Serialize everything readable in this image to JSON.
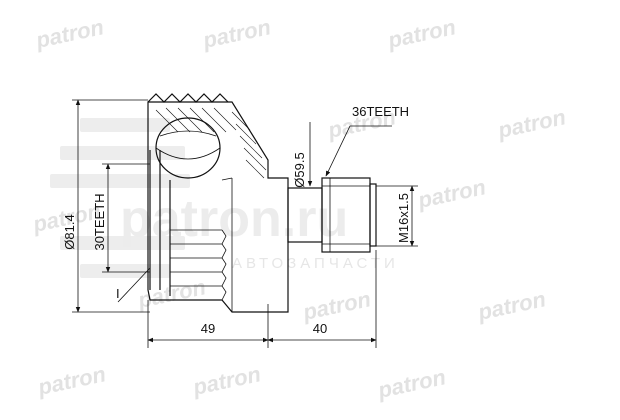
{
  "watermark": {
    "brand": "patron",
    "site": "patron.ru",
    "tagline": "АВТОЗАПЧАСТИ"
  },
  "dimensions": {
    "outer_diameter": "Ø81.4",
    "inner_spline": "30TEETH",
    "seal_diameter": "Ø59.5",
    "outer_spline": "36TEETH",
    "thread": "M16x1.5",
    "body_length": "49",
    "shaft_length": "40",
    "marker": "I"
  },
  "colors": {
    "line": "#111111",
    "watermark": "#e2e2e2"
  }
}
